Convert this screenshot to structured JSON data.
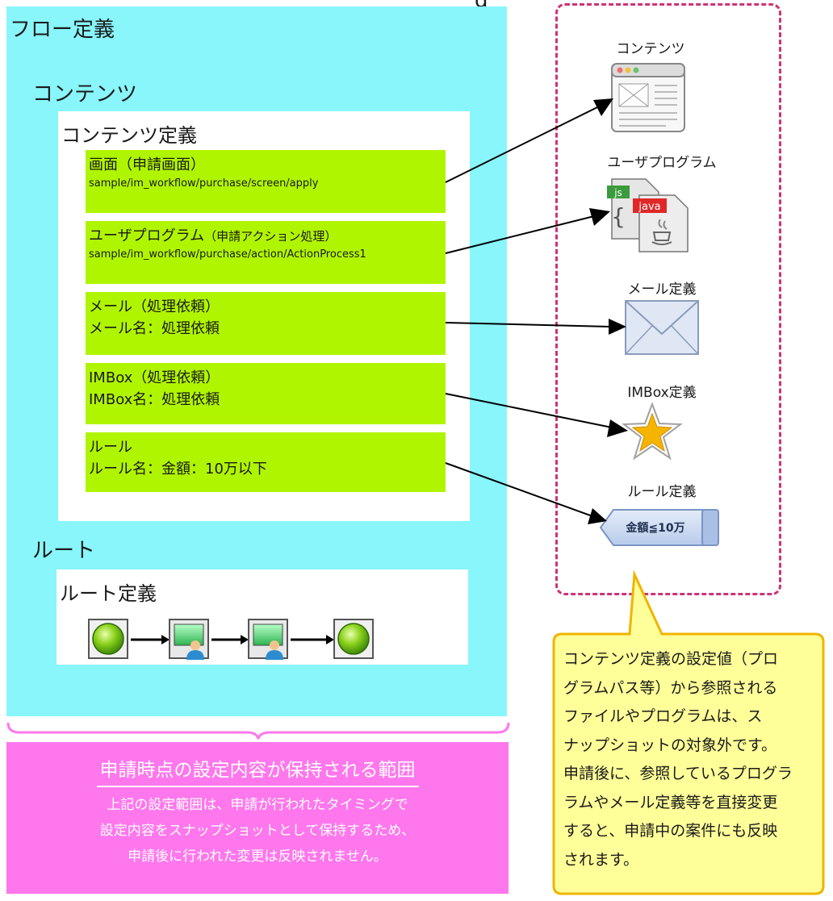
{
  "top_text": "g",
  "flow": {
    "title": "フロー定義",
    "contents_title": "コンテンツ",
    "contents_def_title": "コンテンツ定義",
    "items": [
      {
        "title": "画面（申請画面）",
        "path": "sample/im_workflow/purchase/screen/apply"
      },
      {
        "title": "ユーザプログラム",
        "title_small": "（申請アクション処理）",
        "path": "sample/im_workflow/purchase/action/ActionProcess1"
      },
      {
        "title": "メール（処理依頼）",
        "sub": "メール名：処理依頼"
      },
      {
        "title": "IMBox（処理依頼）",
        "sub": "IMBox名：処理依頼"
      },
      {
        "title": "ルール",
        "sub": "ルール名：金額：10万以下"
      }
    ],
    "route_title": "ルート",
    "route_def_title": "ルート定義"
  },
  "references": {
    "contents_label": "コンテンツ",
    "program_label": "ユーザプログラム",
    "program_badges": [
      "js",
      "java"
    ],
    "mail_label": "メール定義",
    "imbox_label": "IMBox定義",
    "rule_label": "ルール定義",
    "rule_tag": "金額≦10万"
  },
  "scope": {
    "title": "申請時点の設定内容が保持される範囲",
    "lines": [
      "上記の設定範囲は、申請が行われたタイミングで",
      "設定内容をスナップショットとして保持するため、",
      "申請後に行われた変更は反映されません。"
    ]
  },
  "callout": {
    "lines": [
      "コンテンツ定義の設定値（プロ",
      "グラムパス等）から参照される",
      "ファイルやプログラムは、ス",
      "ナップショットの対象外です。",
      "申請後に、参照しているプログラ",
      "ラムやメール定義等を直接変更",
      "すると、申請中の案件にも反映",
      "されます。"
    ]
  },
  "colors": {
    "flow_bg": "#88f6fb",
    "item_bg": "#b0f500",
    "scope_bg": "#ff77ec",
    "dashed_border": "#cc3377",
    "callout_fill": "#ffff99",
    "callout_stroke": "#f0b400"
  },
  "icons": [
    "browser-window-icon",
    "js-file-icon",
    "java-file-icon",
    "mail-envelope-icon",
    "star-icon",
    "rule-tag-icon",
    "start-node-icon",
    "user-task-icon",
    "end-node-icon"
  ]
}
